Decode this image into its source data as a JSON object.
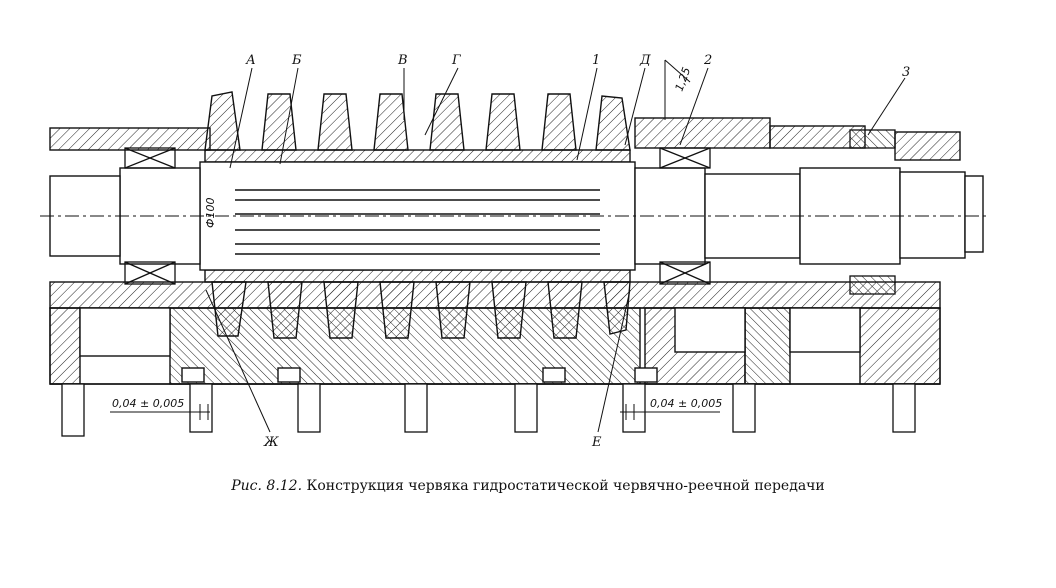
{
  "caption": {
    "prefix": "Рис. 8.12.",
    "text": "Конструкция червяка гидростатической червячно-реечной передачи"
  },
  "labels": {
    "A": "А",
    "B": "Б",
    "V": "В",
    "G": "Г",
    "n1": "1",
    "D": "Д",
    "n2": "2",
    "n3": "3",
    "Zh": "Ж",
    "E": "Е"
  },
  "dimensions": {
    "diameter": "Ф100",
    "left_gap": "0,04 ± 0,005",
    "right_gap": "0,04 ± 0,005",
    "roughness": "1,25"
  },
  "colors": {
    "ink": "#111111",
    "paper": "#ffffff"
  }
}
